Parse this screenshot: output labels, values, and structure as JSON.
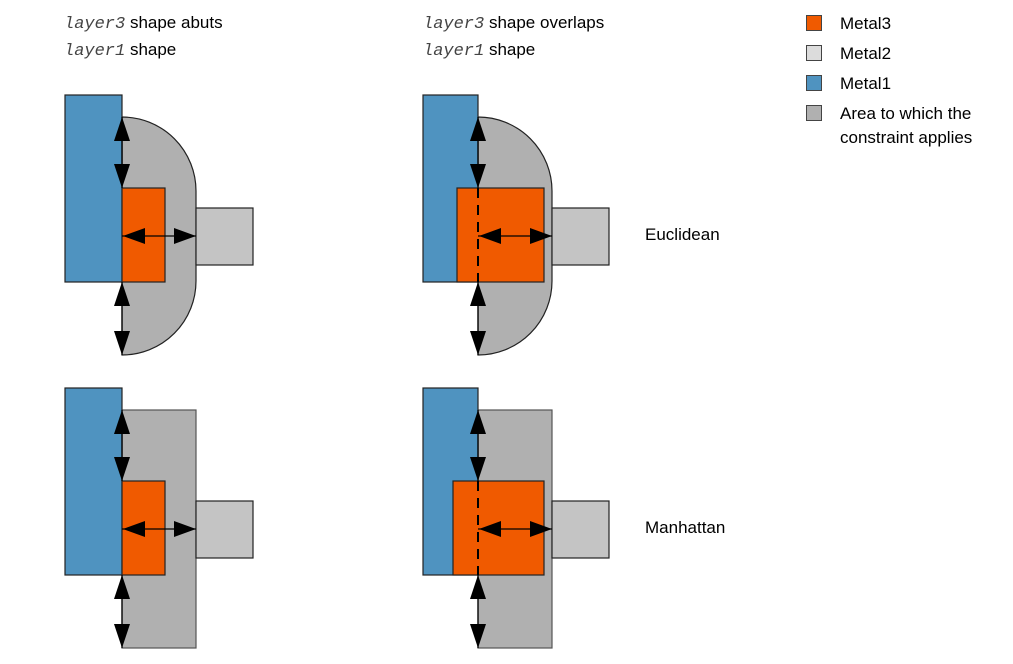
{
  "captions": [
    {
      "mono": "layer3",
      "rest": " shape abuts",
      "mono2": "layer1",
      "rest2": " shape"
    },
    {
      "mono": "layer3",
      "rest": " shape overlaps",
      "mono2": "layer1",
      "rest2": " shape"
    }
  ],
  "legend": [
    {
      "label": "Metal3",
      "color": "#f05a00"
    },
    {
      "label": "Metal2",
      "color": "#dcdcdc"
    },
    {
      "label": "Metal1",
      "color": "#4f93c0"
    },
    {
      "label": "Area to which the constraint applies",
      "color": "#b0b0b0"
    }
  ],
  "row_labels": [
    "Euclidean",
    "Manhattan"
  ],
  "colors": {
    "metal1": "#4f93c0",
    "metal2": "#c4c4c4",
    "metal3": "#f05a00",
    "area": "#b0b0b0",
    "outline": "#222222"
  },
  "panels": [
    {
      "name": "euclidean-abuts",
      "measure": "Euclidean",
      "relation": "abuts"
    },
    {
      "name": "euclidean-overlaps",
      "measure": "Euclidean",
      "relation": "overlaps"
    },
    {
      "name": "manhattan-abuts",
      "measure": "Manhattan",
      "relation": "abuts"
    },
    {
      "name": "manhattan-overlaps",
      "measure": "Manhattan",
      "relation": "overlaps"
    }
  ]
}
